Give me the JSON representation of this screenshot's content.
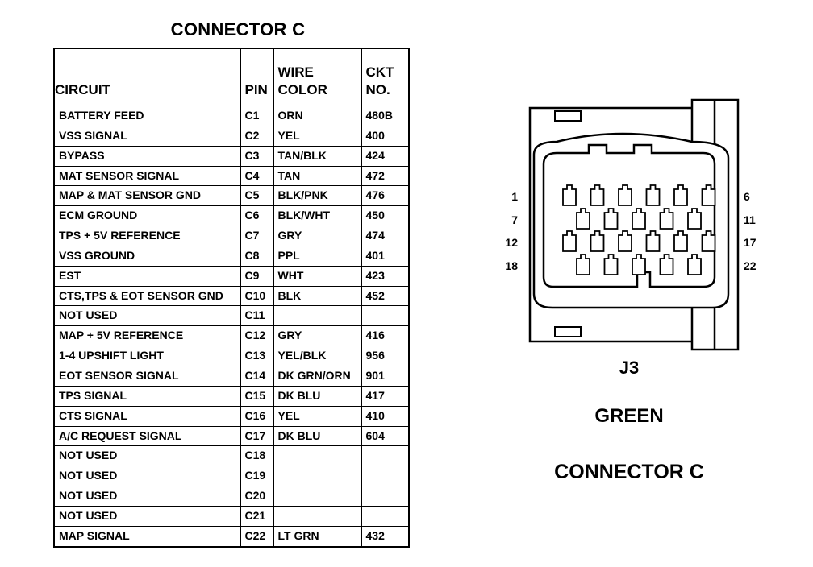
{
  "title": "CONNECTOR C",
  "table": {
    "headers": {
      "circuit": "CIRCUIT",
      "pin": "PIN",
      "wire_color": "WIRE COLOR",
      "ckt_no": "CKT NO."
    },
    "rows": [
      {
        "circuit": "BATTERY FEED",
        "pin": "C1",
        "color": "ORN",
        "ckt": "480B"
      },
      {
        "circuit": "VSS SIGNAL",
        "pin": "C2",
        "color": "YEL",
        "ckt": "400"
      },
      {
        "circuit": "BYPASS",
        "pin": "C3",
        "color": "TAN/BLK",
        "ckt": "424"
      },
      {
        "circuit": "MAT SENSOR SIGNAL",
        "pin": "C4",
        "color": "TAN",
        "ckt": "472"
      },
      {
        "circuit": "MAP & MAT SENSOR GND",
        "pin": "C5",
        "color": "BLK/PNK",
        "ckt": "476"
      },
      {
        "circuit": "ECM GROUND",
        "pin": "C6",
        "color": "BLK/WHT",
        "ckt": "450"
      },
      {
        "circuit": "TPS + 5V REFERENCE",
        "pin": "C7",
        "color": "GRY",
        "ckt": "474"
      },
      {
        "circuit": "VSS GROUND",
        "pin": "C8",
        "color": "PPL",
        "ckt": "401"
      },
      {
        "circuit": "EST",
        "pin": "C9",
        "color": "WHT",
        "ckt": "423"
      },
      {
        "circuit": "CTS,TPS & EOT SENSOR GND",
        "pin": "C10",
        "color": "BLK",
        "ckt": "452"
      },
      {
        "circuit": "NOT USED",
        "pin": "C11",
        "color": "",
        "ckt": ""
      },
      {
        "circuit": "MAP + 5V REFERENCE",
        "pin": "C12",
        "color": "GRY",
        "ckt": "416"
      },
      {
        "circuit": "1-4 UPSHIFT LIGHT",
        "pin": "C13",
        "color": "YEL/BLK",
        "ckt": "956"
      },
      {
        "circuit": "EOT SENSOR SIGNAL",
        "pin": "C14",
        "color": "DK GRN/ORN",
        "ckt": "901"
      },
      {
        "circuit": "TPS SIGNAL",
        "pin": "C15",
        "color": "DK BLU",
        "ckt": "417"
      },
      {
        "circuit": "CTS SIGNAL",
        "pin": "C16",
        "color": "YEL",
        "ckt": "410"
      },
      {
        "circuit": "A/C REQUEST SIGNAL",
        "pin": "C17",
        "color": "DK BLU",
        "ckt": "604"
      },
      {
        "circuit": "NOT USED",
        "pin": "C18",
        "color": "",
        "ckt": ""
      },
      {
        "circuit": "NOT USED",
        "pin": "C19",
        "color": "",
        "ckt": ""
      },
      {
        "circuit": "NOT USED",
        "pin": "C20",
        "color": "",
        "ckt": ""
      },
      {
        "circuit": "NOT USED",
        "pin": "C21",
        "color": "",
        "ckt": ""
      },
      {
        "circuit": "MAP SIGNAL",
        "pin": "C22",
        "color": "LT GRN",
        "ckt": "432"
      }
    ]
  },
  "connector": {
    "pin_rows": [
      {
        "left_label": "1",
        "right_label": "6",
        "count": 6
      },
      {
        "left_label": "7",
        "right_label": "11",
        "count": 5
      },
      {
        "left_label": "12",
        "right_label": "17",
        "count": 6
      },
      {
        "left_label": "18",
        "right_label": "22",
        "count": 5
      }
    ],
    "designator": "J3",
    "color_label": "GREEN",
    "name_label": "CONNECTOR C"
  }
}
